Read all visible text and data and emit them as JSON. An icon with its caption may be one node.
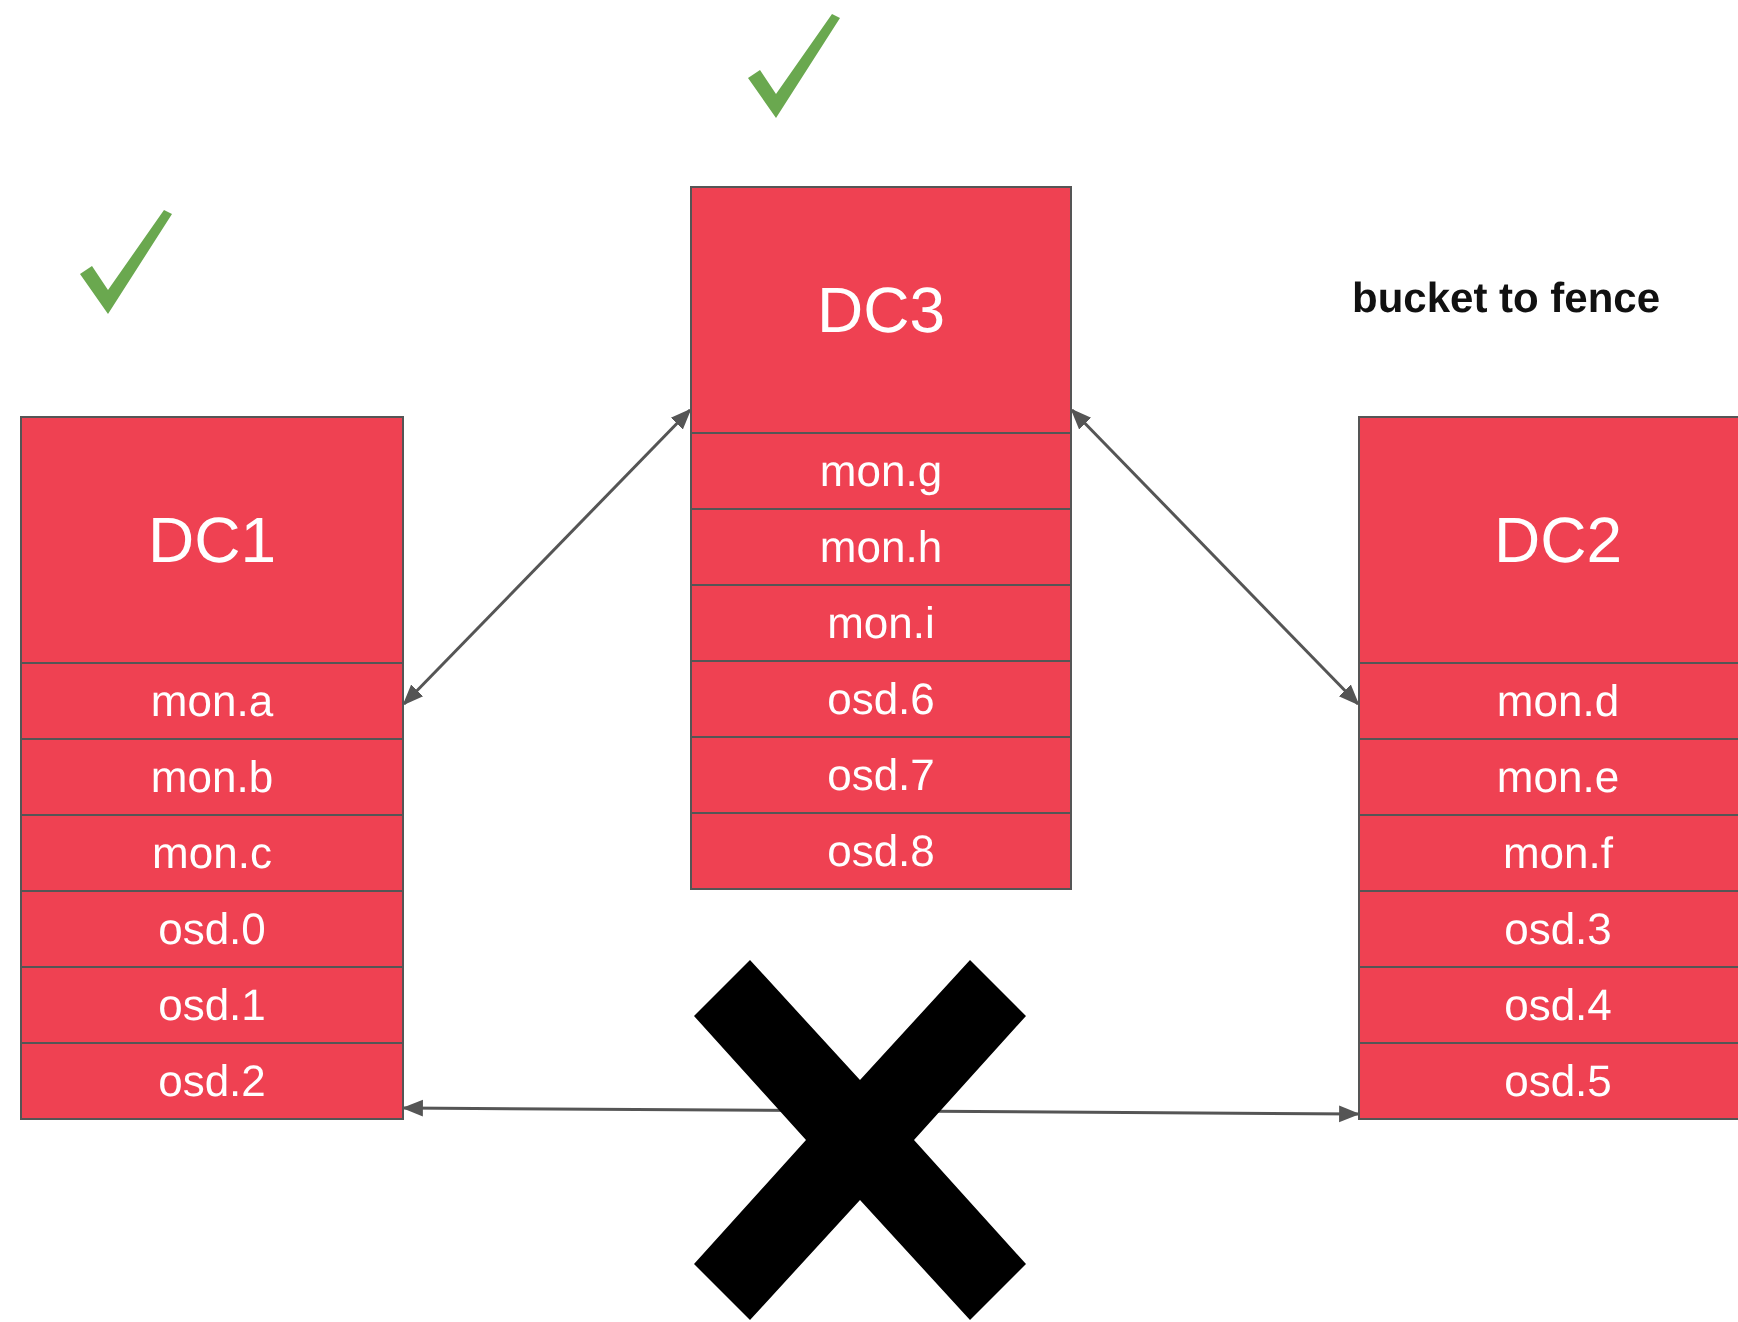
{
  "diagram": {
    "nodes": [
      {
        "text": [
          "DC1"
        ]
      },
      {
        "text": [
          "mon.a"
        ],
        "in": 0
      },
      {
        "text": [
          "mon.b"
        ],
        "in": 0
      },
      {
        "text": [
          "mon.c"
        ],
        "in": 0
      },
      {
        "text": [
          "osd.0"
        ],
        "in": 0
      },
      {
        "text": [
          "osd.1"
        ],
        "in": 0
      },
      {
        "text": [
          "osd.2"
        ],
        "in": 0
      },
      {
        "text": [
          "DC3"
        ]
      },
      {
        "text": [
          "mon.g"
        ],
        "in": 7
      },
      {
        "text": [
          "mon.h"
        ],
        "in": 7
      },
      {
        "text": [
          "mon.i"
        ],
        "in": 7
      },
      {
        "text": [
          "osd.6"
        ],
        "in": 7
      },
      {
        "text": [
          "osd.7"
        ],
        "in": 7
      },
      {
        "text": [
          "osd.8"
        ],
        "in": 7
      },
      {
        "text": [
          "DC2"
        ]
      },
      {
        "text": [
          "mon.d"
        ],
        "in": 14
      },
      {
        "text": [
          "mon.e"
        ],
        "in": 14
      },
      {
        "text": [
          "mon.f"
        ],
        "in": 14
      },
      {
        "text": [
          "osd.3"
        ],
        "in": 14
      },
      {
        "text": [
          "osd.4"
        ],
        "in": 14
      },
      {
        "text": [
          "osd.5"
        ],
        "in": 14
      }
    ],
    "edges": [
      {
        "from": 0,
        "to": 7,
        "arrow": "both"
      },
      {
        "from": 7,
        "to": 14,
        "arrow": "both"
      },
      {
        "from": 6,
        "to": 20,
        "arrow": "both"
      }
    ],
    "labels": [
      "bucket to fence"
    ]
  }
}
